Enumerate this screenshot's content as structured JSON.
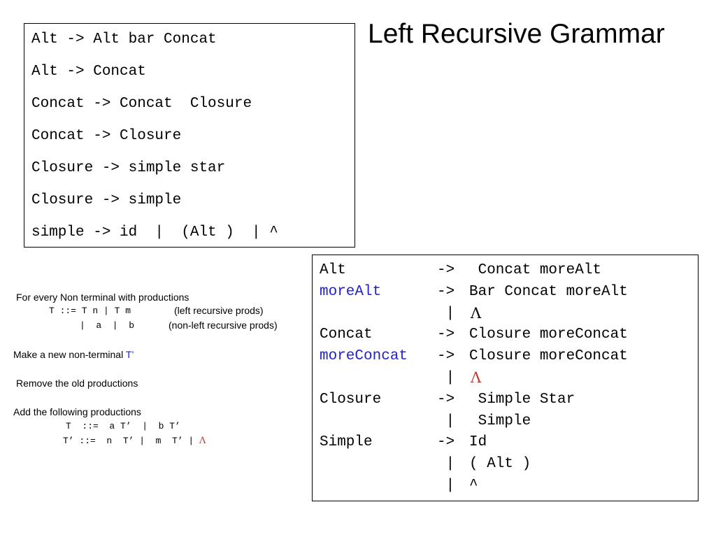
{
  "title": "Left Recursive Grammar",
  "left_grammar": [
    "Alt -> Alt bar Concat",
    "Alt -> Concat",
    "Concat -> Concat  Closure",
    "Concat -> Closure",
    "Closure -> simple star",
    "Closure -> simple",
    "simple -> id  |  (Alt )  | ^"
  ],
  "right_grammar": {
    "rows": [
      {
        "lhs": "Alt",
        "arrow": "->",
        "rhs": " Concat moreAlt",
        "lhs_color": "#000000"
      },
      {
        "lhs": "moreAlt",
        "arrow": "->",
        "rhs": "Bar Concat moreAlt",
        "lhs_color": "#1f1fd6"
      },
      {
        "lhs": "",
        "arrow": " |",
        "rhs": "Λ",
        "rhs_color": "#000000"
      },
      {
        "lhs": "Concat",
        "arrow": "->",
        "rhs": "Closure moreConcat",
        "lhs_color": "#000000"
      },
      {
        "lhs": "moreConcat",
        "arrow": "->",
        "rhs": "Closure moreConcat",
        "lhs_color": "#1f1fd6"
      },
      {
        "lhs": "",
        "arrow": " |",
        "rhs": "Λ",
        "rhs_color": "#c0392b"
      },
      {
        "lhs": "Closure",
        "arrow": "->",
        "rhs": " Simple Star",
        "lhs_color": "#000000"
      },
      {
        "lhs": "",
        "arrow": " |",
        "rhs": " Simple"
      },
      {
        "lhs": "Simple",
        "arrow": "->",
        "rhs": "Id",
        "lhs_color": "#000000"
      },
      {
        "lhs": "",
        "arrow": " |",
        "rhs": "( Alt )"
      },
      {
        "lhs": "",
        "arrow": " |",
        "rhs": "^"
      }
    ]
  },
  "notes": {
    "line1": "For every Non terminal with productions",
    "line2_code": "T ::= T n | T m",
    "line2_text": "(left recursive prods)",
    "line3_code": "|  a  |  b",
    "line3_text": "(non-left recursive prods)",
    "line4_text": "Make a new non-terminal ",
    "line4_highlight": "T’",
    "line5": "Remove the old productions",
    "line6": "Add the following productions",
    "line7_code": "T  ::=  a T’  |  b T’",
    "line8_code": "T’ ::=  n  T’ |  m  T’ | ",
    "line8_lambda": "Λ"
  },
  "colors": {
    "blue": "#1f1fd6",
    "red": "#c0392b"
  }
}
